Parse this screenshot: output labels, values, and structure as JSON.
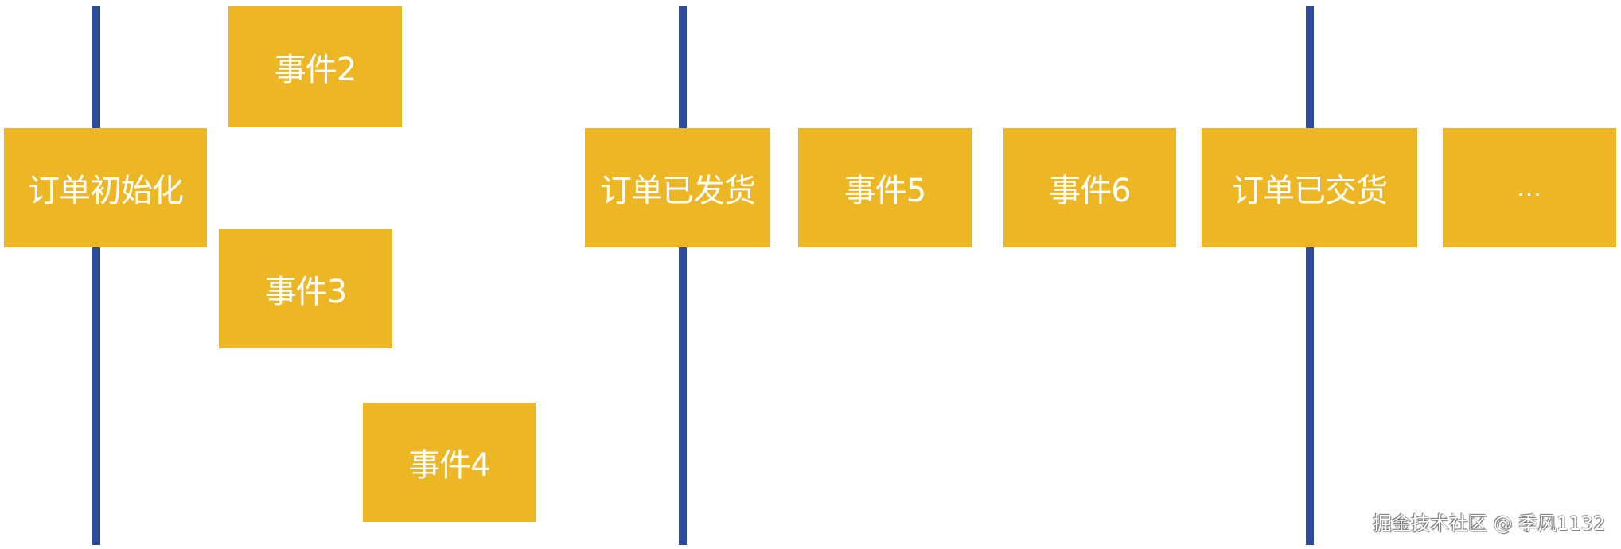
{
  "diagram": {
    "type": "event-timeline",
    "colors": {
      "box_fill": "#EDB625",
      "box_text": "#FFFFFF",
      "milestone_line": "#2E4A9A",
      "background": "#FFFFFF"
    },
    "milestone_lines": [
      {
        "id": "line-1",
        "at": "订单初始化"
      },
      {
        "id": "line-2",
        "at": "订单已发货"
      },
      {
        "id": "line-3",
        "at": "订单已交货"
      }
    ],
    "events": [
      {
        "label": "订单初始化",
        "kind": "milestone"
      },
      {
        "label": "事件2",
        "kind": "event"
      },
      {
        "label": "事件3",
        "kind": "event"
      },
      {
        "label": "事件4",
        "kind": "event"
      },
      {
        "label": "订单已发货",
        "kind": "milestone"
      },
      {
        "label": "事件5",
        "kind": "event"
      },
      {
        "label": "事件6",
        "kind": "event"
      },
      {
        "label": "订单已交货",
        "kind": "milestone"
      },
      {
        "label": "...",
        "kind": "continuation"
      }
    ]
  },
  "watermark": "掘金技术社区 @ 季风1132"
}
